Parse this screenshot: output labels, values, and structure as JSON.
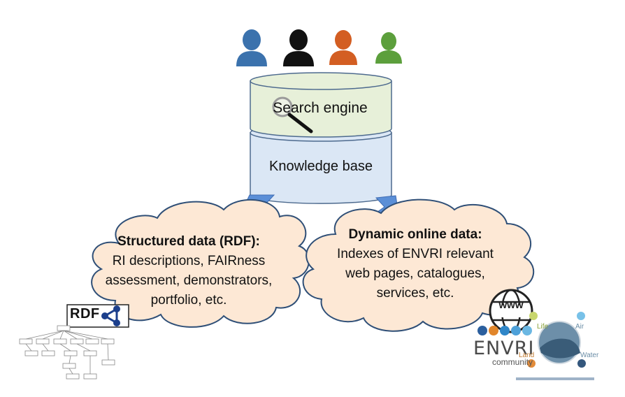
{
  "users": [
    {
      "name": "user-blue",
      "color": "#3b72ad"
    },
    {
      "name": "user-black",
      "color": "#111111"
    },
    {
      "name": "user-orange",
      "color": "#d35e22"
    },
    {
      "name": "user-green",
      "color": "#5c9f3c"
    }
  ],
  "search_engine": {
    "label": "Search engine",
    "fill": "#e7f0d9",
    "stroke": "#4d6a8e"
  },
  "knowledge_base": {
    "label": "Knowledge base",
    "fill": "#dbe7f5",
    "stroke": "#4d6a8e"
  },
  "arrow_color": "#5b8fd7",
  "cloud_fill": "#fde8d5",
  "cloud_stroke": "#2f4f77",
  "structured_cloud": {
    "title": "Structured data (RDF):",
    "lines": [
      "RI descriptions, FAIRness",
      "assessment, demonstrators,",
      "portfolio, etc."
    ]
  },
  "dynamic_cloud": {
    "title": "Dynamic online data:",
    "lines": [
      "Indexes of ENVRI relevant",
      "web pages, catalogues,",
      "services, etc."
    ]
  },
  "rdf_logo": {
    "text": "RDF",
    "color": "#1c3f8c"
  },
  "envri_logo": {
    "www": "www",
    "name": "ENVRI",
    "community": "community",
    "domains": [
      "Life",
      "Air",
      "Water",
      "Land"
    ]
  }
}
